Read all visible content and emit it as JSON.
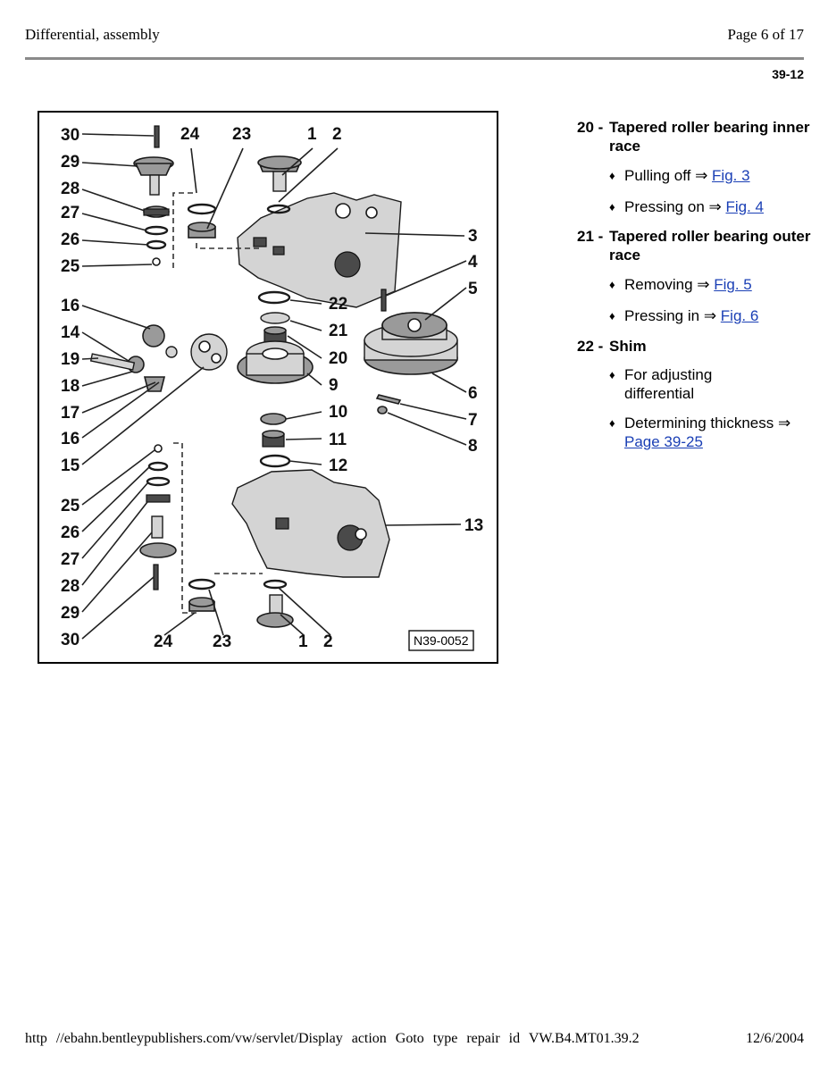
{
  "header": {
    "title": "Differential, assembly",
    "page": "Page 6 of 17",
    "code": "39-12"
  },
  "figure": {
    "ref": "N39-0052",
    "labels": {
      "l30a": "30",
      "l24a": "24",
      "l23a": "23",
      "l1a": "1",
      "l2a": "2",
      "l29a": "29",
      "l28a": "28",
      "l27a": "27",
      "l26a": "26",
      "l25a": "25",
      "l3": "3",
      "l4": "4",
      "l5": "5",
      "l16a": "16",
      "l22": "22",
      "l14": "14",
      "l21": "21",
      "l19": "19",
      "l20": "20",
      "l18": "18",
      "l9": "9",
      "l6": "6",
      "l17": "17",
      "l10": "10",
      "l7": "7",
      "l16b": "16",
      "l11": "11",
      "l8": "8",
      "l15": "15",
      "l12": "12",
      "l25b": "25",
      "l26b": "26",
      "l13": "13",
      "l27b": "27",
      "l28b": "28",
      "l29b": "29",
      "l30b": "30",
      "l24b": "24",
      "l23b": "23",
      "l1b": "1",
      "l2b": "2"
    }
  },
  "items": [
    {
      "number": "20 -",
      "title": "Tapered roller bearing inner race",
      "subs": [
        {
          "text": "Pulling off ⇒ ",
          "link": "Fig. 3"
        },
        {
          "text": "Pressing on ⇒ ",
          "link": "Fig. 4"
        }
      ]
    },
    {
      "number": "21 -",
      "title": "Tapered roller bearing outer race",
      "subs": [
        {
          "text": "Removing ⇒ ",
          "link": "Fig. 5"
        },
        {
          "text": "Pressing in ⇒ ",
          "link": "Fig. 6"
        }
      ]
    },
    {
      "number": "22 -",
      "title": "Shim",
      "subs": [
        {
          "text": "For adjusting differential",
          "link": ""
        },
        {
          "text": "Determining thickness ⇒ ",
          "link": "Page 39-25"
        }
      ]
    }
  ],
  "bullet_glyph": "♦",
  "footer": {
    "url": "http //ebahn.bentleypublishers.com/vw/servlet/Display action Goto type repair id VW.B4.MT01.39.2",
    "date": "12/6/2004"
  }
}
